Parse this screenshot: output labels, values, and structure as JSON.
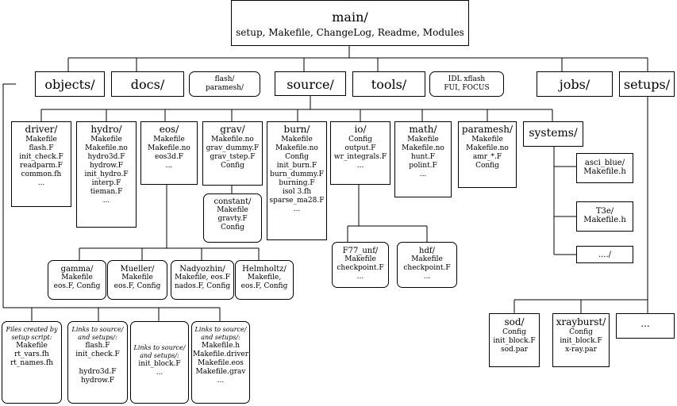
{
  "main": {
    "title": "main/",
    "subtitle": "setup, Makefile, ChangeLog, Readme, Modules"
  },
  "top": {
    "objects": "objects/",
    "docs": "docs/",
    "docs_note": [
      "flash/",
      "paramesh/"
    ],
    "source": "source/",
    "tools": "tools/",
    "tools_note": [
      "IDL xflash",
      "FUI, FOCUS"
    ],
    "jobs": "jobs/",
    "setups": "setups/"
  },
  "source_dirs": {
    "driver": {
      "title": "driver/",
      "items": [
        "Makefile",
        "flash.F",
        "init_check.F",
        "readparm.F",
        "common.fh",
        "..."
      ]
    },
    "hydro": {
      "title": "hydro/",
      "items": [
        "Makefile",
        "Makefile.no",
        "hydro3d.F",
        "hydrow.F",
        "init_hydro.F",
        "interp.F",
        "tieman.F",
        "..."
      ]
    },
    "eos": {
      "title": "eos/",
      "items": [
        "Makefile",
        "Makefile.no",
        "eos3d.F",
        "..."
      ]
    },
    "grav": {
      "title": "grav/",
      "items": [
        "Makefile.no",
        "grav_dummy.F",
        "grav_tstep.F",
        "Config"
      ]
    },
    "constant": {
      "title": "constant/",
      "items": [
        "Makefile",
        "gravty.F",
        "Config"
      ]
    },
    "burn": {
      "title": "burn/",
      "items": [
        "Makefile",
        "Makefile.no",
        "Config",
        "init_burn.F",
        "burn_dummy.F",
        "burning.F",
        "isol 3.fh",
        "sparse_ma28.F",
        "..."
      ]
    },
    "io": {
      "title": "io/",
      "items": [
        "Config",
        "output.F",
        "wr_integrals.F",
        "..."
      ]
    },
    "math": {
      "title": "math/",
      "items": [
        "Makefile",
        "Makefile.no",
        "hunt.F",
        "polint.F",
        "..."
      ]
    },
    "paramesh": {
      "title": "paramesh/",
      "items": [
        "Makefile",
        "Makefile.no",
        "amr_*.F",
        "Config"
      ]
    },
    "systems": {
      "title": "systems/"
    }
  },
  "io_sub": {
    "f77": {
      "title": "F77_unf/",
      "items": [
        "Makefile",
        "checkpoint.F",
        "..."
      ]
    },
    "hdf": {
      "title": "hdf/",
      "items": [
        "Makefile",
        "checkpoint.F",
        "..."
      ]
    }
  },
  "systems_sub": {
    "asci": [
      "asci_blue/",
      "Makefile.h"
    ],
    "t3e": [
      "T3e/",
      "Makefile.h"
    ],
    "etc": [
      "..../"
    ]
  },
  "eos_sub": {
    "gamma": [
      "gamma/",
      "Makefile",
      "eos.F, Config"
    ],
    "mueller": [
      "Mueller/",
      "Makefile",
      "eos.F, Config"
    ],
    "nadyozhin": [
      "Nadyozhin/",
      "Makefile, eos.F",
      "nados.F, Config"
    ],
    "helmholtz": [
      "Helmholtz/",
      "Makefile,",
      "eos.F, Config"
    ]
  },
  "object_sub": {
    "setup_files": {
      "header": [
        "Files created by",
        "setup script:"
      ],
      "items": [
        "Makefile",
        "rt_vars.fh",
        "rt_names.fh"
      ]
    },
    "links_a": {
      "header": [
        "Links to source/",
        "and setups/:"
      ],
      "items": [
        "flash.F",
        "init_check.F",
        "",
        "hydro3d.F",
        "hydrow.F"
      ]
    },
    "links_b": {
      "header": [
        "Links to source/",
        "and setups/:"
      ],
      "items": [
        "init_block.F",
        "..."
      ]
    },
    "links_c": {
      "header": [
        "Links to source/",
        "and setups/:"
      ],
      "items": [
        "Makefile.h",
        "Makefile.driver",
        "Makefile.eos",
        "Makefile.grav",
        "..."
      ]
    }
  },
  "setups_sub": {
    "sod": {
      "title": "sod/",
      "items": [
        "Config",
        "init_block.F",
        "sod.par"
      ]
    },
    "xrayburst": {
      "title": "xrayburst/",
      "items": [
        "Config",
        "init_block.F",
        "x-ray.par"
      ]
    },
    "etc": {
      "title": "..."
    }
  }
}
